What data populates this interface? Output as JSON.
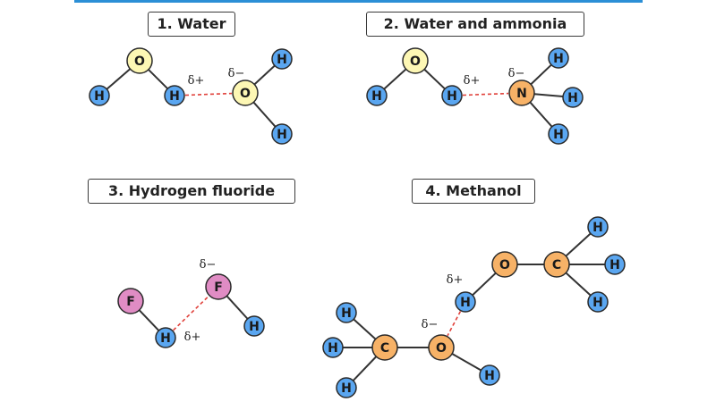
{
  "panels": [
    {
      "title": "1. Water",
      "atoms": [
        {
          "id": "o1",
          "el": "O",
          "color": "#fdf7b4"
        },
        {
          "id": "h1",
          "el": "H",
          "color": "#5aa6f0"
        },
        {
          "id": "h2",
          "el": "H",
          "color": "#5aa6f0"
        },
        {
          "id": "o2",
          "el": "O",
          "color": "#fdf7b4"
        },
        {
          "id": "h3",
          "el": "H",
          "color": "#5aa6f0"
        },
        {
          "id": "h4",
          "el": "H",
          "color": "#5aa6f0"
        }
      ],
      "deltas": [
        "δ+",
        "δ−"
      ]
    },
    {
      "title": "2. Water and ammonia",
      "atoms": [
        {
          "id": "o1",
          "el": "O",
          "color": "#fdf7b4"
        },
        {
          "id": "h1",
          "el": "H",
          "color": "#5aa6f0"
        },
        {
          "id": "h2",
          "el": "H",
          "color": "#5aa6f0"
        },
        {
          "id": "n1",
          "el": "N",
          "color": "#f7b267"
        },
        {
          "id": "h3",
          "el": "H",
          "color": "#5aa6f0"
        },
        {
          "id": "h4",
          "el": "H",
          "color": "#5aa6f0"
        },
        {
          "id": "h5",
          "el": "H",
          "color": "#5aa6f0"
        }
      ],
      "deltas": [
        "δ+",
        "δ−"
      ]
    },
    {
      "title": "3. Hydrogen fluoride",
      "atoms": [
        {
          "id": "f1",
          "el": "F",
          "color": "#e08cc4"
        },
        {
          "id": "h1",
          "el": "H",
          "color": "#5aa6f0"
        },
        {
          "id": "f2",
          "el": "F",
          "color": "#e08cc4"
        },
        {
          "id": "h2",
          "el": "H",
          "color": "#5aa6f0"
        }
      ],
      "deltas": [
        "δ−",
        "δ+"
      ]
    },
    {
      "title": "4. Methanol",
      "atoms": [
        {
          "id": "o1",
          "el": "O",
          "color": "#f7b267"
        },
        {
          "id": "c1",
          "el": "C",
          "color": "#f7b267"
        },
        {
          "id": "h1",
          "el": "H",
          "color": "#5aa6f0"
        },
        {
          "id": "h2",
          "el": "H",
          "color": "#5aa6f0"
        },
        {
          "id": "h3",
          "el": "H",
          "color": "#5aa6f0"
        },
        {
          "id": "h4",
          "el": "H",
          "color": "#5aa6f0"
        },
        {
          "id": "c2",
          "el": "C",
          "color": "#f7b267"
        },
        {
          "id": "h5",
          "el": "H",
          "color": "#5aa6f0"
        },
        {
          "id": "h6",
          "el": "H",
          "color": "#5aa6f0"
        },
        {
          "id": "h7",
          "el": "H",
          "color": "#5aa6f0"
        },
        {
          "id": "o2",
          "el": "O",
          "color": "#f7b267"
        },
        {
          "id": "h8",
          "el": "H",
          "color": "#5aa6f0"
        }
      ],
      "deltas": [
        "δ+",
        "δ−"
      ]
    }
  ],
  "colors": {
    "bond": "#333333",
    "hydrogen_bond": "#e0403a",
    "accent_rule": "#2b8fd6"
  }
}
